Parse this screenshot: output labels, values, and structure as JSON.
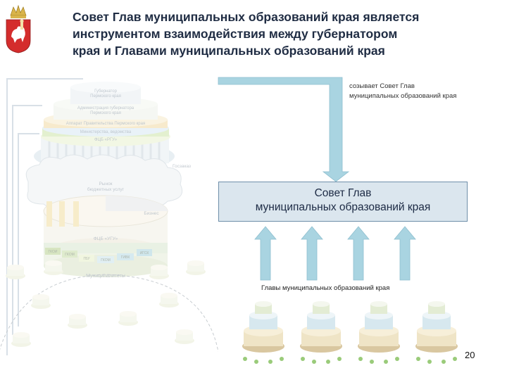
{
  "slide": {
    "title_lines": [
      "Совет Глав муниципальных образований края является",
      "инструментом взаимодействия между губернатором",
      "края и Главами муниципальных образований края"
    ],
    "convene_note_lines": [
      "созывает Совет Глав",
      "муниципальных образований края"
    ],
    "council_box_lines": [
      "Совет Глав",
      "муниципальных образований края"
    ],
    "heads_label": "Главы муниципальных образований края",
    "page_number": "20",
    "background_diagram_labels": {
      "tier1": [
        "Губернатор",
        "Пермского края"
      ],
      "tier2": [
        "Администрация губернатора",
        "Пермского края"
      ],
      "tier3": [
        "Аппарат Правительства Пермского края"
      ],
      "tier4": [
        "Министерства, ведомства"
      ],
      "fcb_top": "ФЦБ «РГУ»",
      "gos": "Госзаказ",
      "market": [
        "Рынок",
        "бюджетных услуг"
      ],
      "business": "Бизнес",
      "fcb_bottom": "ФЦБ «УГУ»",
      "segments": [
        "ГКОИ",
        "ГКОМ",
        "ГБУ",
        "ГКОМ",
        "ГИВК",
        "ИГСК"
      ],
      "muni": "Муниципалитеты"
    }
  },
  "colors": {
    "title": "#1f2c43",
    "arrow": "#a9d4e1",
    "box_fill": "#dbe6ee",
    "box_border": "#6f8faa"
  }
}
